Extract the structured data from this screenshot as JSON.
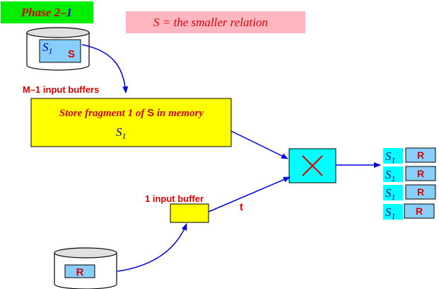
{
  "phase_label": {
    "prefix": "Phase 2–",
    "number": "1"
  },
  "relation_note": "S = the smaller relation",
  "disk_s": {
    "fragment_main": "S",
    "fragment_sub": "1",
    "relation": "S"
  },
  "memory": {
    "buffer_label": "M–1 input buffers",
    "store_text_before": "Store fragment 1 of ",
    "store_text_rel": "S",
    "store_text_after": " in memory",
    "fragment_main": "S",
    "fragment_sub": "1"
  },
  "input_buffer": {
    "label": "1 input buffer",
    "tuple_label": "t"
  },
  "disk_r": {
    "relation": "R"
  },
  "join_operator": "join-x-icon",
  "output_rows": [
    {
      "left_main": "S",
      "left_sub": "1",
      "right": "R"
    },
    {
      "left_main": "S",
      "left_sub": "1",
      "right": "R"
    },
    {
      "left_main": "S",
      "left_sub": "1",
      "right": "R"
    },
    {
      "left_main": "S",
      "left_sub": "1",
      "right": "R"
    }
  ],
  "colors": {
    "phase_bg": "#00ee00",
    "phase_text": "#dd0000",
    "phase_num": "#0000cc",
    "note_bg": "#ffb6c1",
    "label_red": "#dd0000",
    "memory_bg": "#ffff00",
    "memory_text": "#dd0000",
    "fragment_blue": "#0000aa",
    "cyan": "#00ffff",
    "box_blue": "#87cefa",
    "disk_gray": "#e0e0e0",
    "arrow_blue": "#0000dd"
  }
}
